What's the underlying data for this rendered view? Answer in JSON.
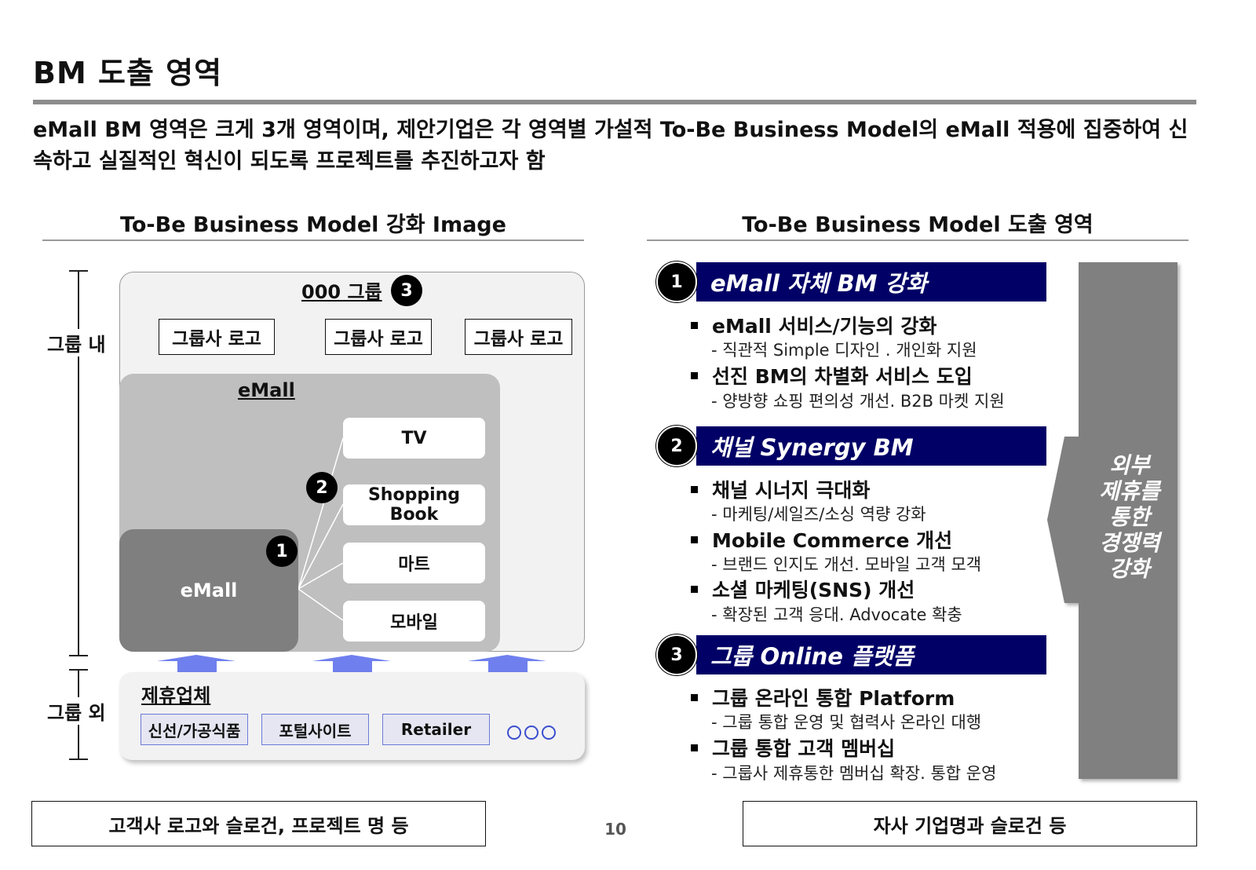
{
  "page": {
    "title": "BM 도출 영역",
    "summary": "eMall BM 영역은 크게 3개 영역이며, 제안기업은 각 영역별 가설적 To-Be Business Model의 eMall 적용에 집중하여 신속하고 실질적인 혁신이 되도록 프로젝트를 추진하고자 함",
    "page_number": "10"
  },
  "left": {
    "header": "To-Be Business Model 강화 Image",
    "label_inside": "그룹 내",
    "label_outside": "그룹 외",
    "group_title": "000 그룹",
    "group_num": "3",
    "logos": [
      "그룹사 로고",
      "그룹사 로고",
      "그룹사 로고"
    ],
    "emall_outer_label": "eMall",
    "emall_inner_label": "eMall",
    "emall_num": "1",
    "channel_num": "2",
    "channels": [
      "TV",
      "Shopping Book",
      "마트",
      "모바일"
    ],
    "partner_title": "제휴업체",
    "partners": [
      "신선/가공식품",
      "포털사이트",
      "Retailer"
    ]
  },
  "right": {
    "header": "To-Be Business Model 도출 영역",
    "sections": [
      {
        "num": "1",
        "title": "eMall 자체 BM 강화",
        "items": [
          {
            "main": "eMall 서비스/기능의 강화",
            "sub": "- 직관적 Simple 디자인 . 개인화 지원"
          },
          {
            "main": "선진 BM의 차별화 서비스 도입",
            "sub": "- 양방향 쇼핑 편의성 개선. B2B 마켓 지원"
          }
        ]
      },
      {
        "num": "2",
        "title": "채널 Synergy BM",
        "items": [
          {
            "main": "채널 시너지 극대화",
            "sub": "- 마케팅/세일즈/소싱 역량 강화"
          },
          {
            "main": "Mobile Commerce 개선",
            "sub": "- 브랜드 인지도 개선. 모바일 고객 모객"
          },
          {
            "main": "소셜 마케팅(SNS) 개선",
            "sub": "- 확장된 고객 응대. Advocate 확충"
          }
        ]
      },
      {
        "num": "3",
        "title": "그룹 Online 플랫폼",
        "items": [
          {
            "main": "그룹 온라인 통합 Platform",
            "sub": "- 그룹  통합 운영 및 협력사 온라인 대행"
          },
          {
            "main": "그룹 통합 고객 멤버십",
            "sub": "- 그룹사 제휴통한 멤버십 확장. 통합 운영"
          }
        ]
      }
    ],
    "arrow_lines": [
      "외부",
      "제휴를",
      "통한",
      "경쟁력",
      "강화"
    ]
  },
  "footer": {
    "left": "고객사 로고와 슬로건, 프로젝트 명 등",
    "right": "자사 기업명과 슬로건 등"
  },
  "colors": {
    "navy": "#000066",
    "accent_blue": "#6b7bd6",
    "arrow_gray": "#808080"
  }
}
